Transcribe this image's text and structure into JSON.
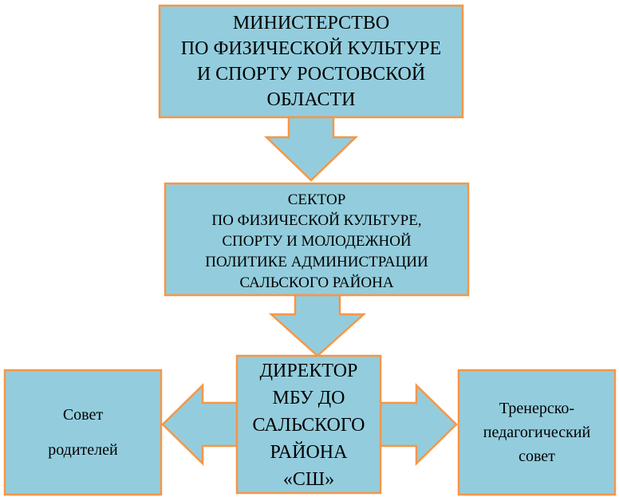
{
  "diagram": {
    "ministry": {
      "lines": [
        "МИНИСТЕРСТВО",
        "ПО ФИЗИЧЕСКОЙ КУЛЬТУРЕ",
        "И СПОРТУ РОСТОВСКОЙ",
        "ОБЛАСТИ"
      ]
    },
    "sector": {
      "lines": [
        "СЕКТОР",
        "ПО ФИЗИЧЕСКОЙ КУЛЬТУРЕ,",
        "СПОРТУ И МОЛОДЕЖНОЙ",
        "ПОЛИТИКЕ АДМИНИСТРАЦИИ",
        "САЛЬСКОГО РАЙОНА"
      ]
    },
    "director": {
      "lines": [
        "ДИРЕКТОР",
        "МБУ ДО",
        "САЛЬСКОГО",
        "РАЙОНА",
        "«СШ»"
      ]
    },
    "parents": {
      "lines": [
        "Совет",
        "родителей"
      ]
    },
    "coaches": {
      "lines": [
        "Тренерско-",
        "педагогический",
        "совет"
      ]
    }
  },
  "colors": {
    "fill": "#93cddd",
    "border": "#f79646",
    "text": "#000000"
  }
}
